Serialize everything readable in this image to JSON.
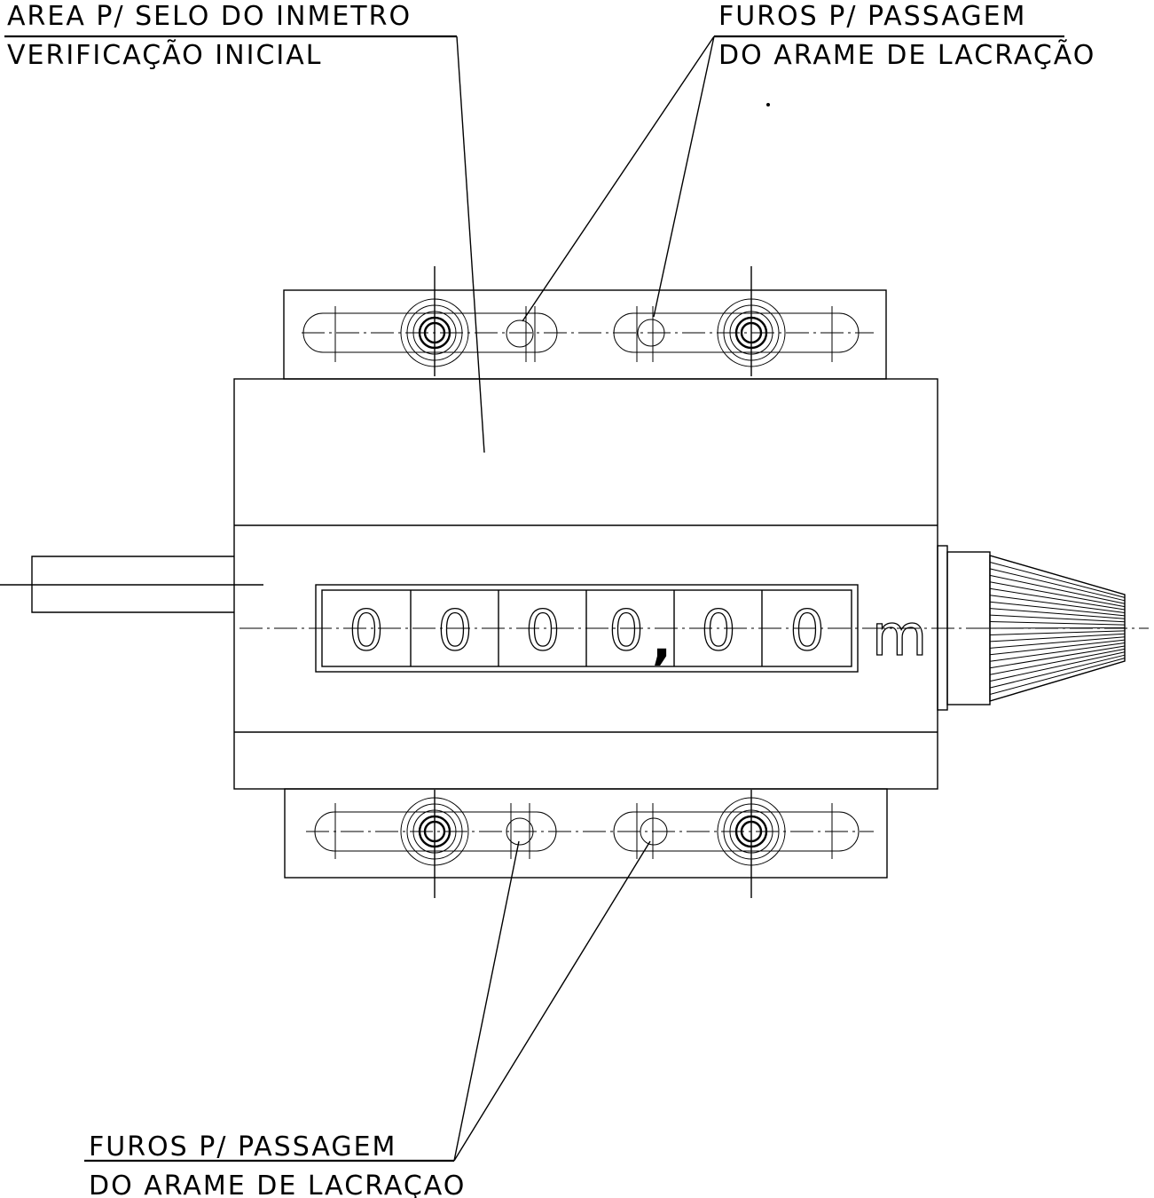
{
  "labels": {
    "top_left": {
      "line1": "AREA P/ SELO DO INMETRO",
      "line2": "VERIFICAÇÃO INICIAL"
    },
    "top_right": {
      "line1": "FUROS P/ PASSAGEM",
      "line2": "DO ARAME DE LACRAÇÃO"
    },
    "bottom_left": {
      "line1": "FUROS P/ PASSAGEM",
      "line2": "DO ARAME DE LACRAÇAO"
    }
  },
  "counter": {
    "digits": [
      "0",
      "0",
      "0",
      "0",
      "0",
      "0"
    ],
    "decimal_separator": ",",
    "unit": "m"
  }
}
